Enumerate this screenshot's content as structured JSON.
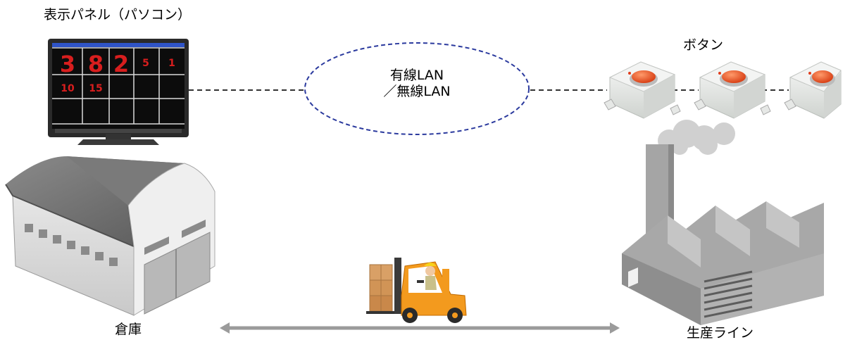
{
  "labels": {
    "display_panel": "表示パネル（パソコン）",
    "buttons": "ボタン",
    "network_line1": "有線LAN",
    "network_line2": "／無線LAN",
    "warehouse": "倉庫",
    "production_line": "生産ライン"
  },
  "monitor_grid": {
    "cells": [
      "3",
      "8",
      "2",
      "5",
      "1",
      "10",
      "15"
    ]
  },
  "colors": {
    "network_ellipse": "#2b3a9e",
    "connector": "#333333",
    "digit": "#d81e1e",
    "button_body": "#eceeec",
    "button_cap": "#f05a28",
    "building_gray": "#9a9a9a",
    "forklift_orange": "#f39a1e",
    "flow_arrow": "#9b9b9b"
  },
  "icons": [
    "monitor-icon",
    "push-button-icon",
    "warehouse-icon",
    "factory-icon",
    "forklift-icon"
  ]
}
